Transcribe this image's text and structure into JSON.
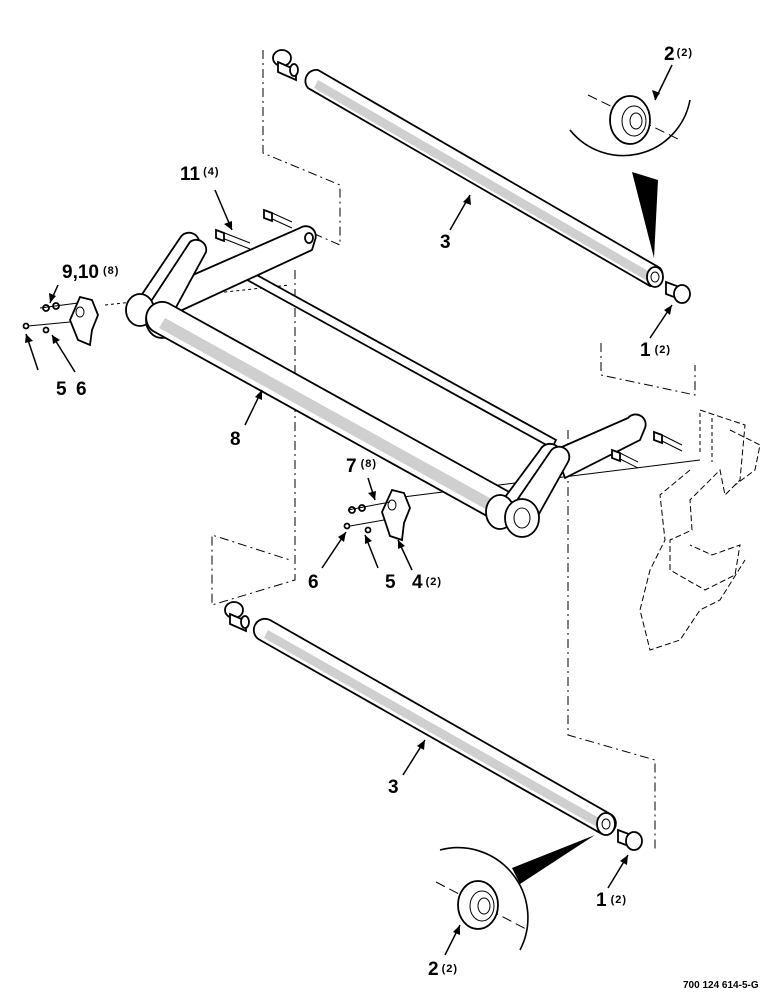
{
  "labels": {
    "l1_top": {
      "num": "1",
      "qty": "(2)"
    },
    "l1_bot": {
      "num": "1",
      "qty": "(2)"
    },
    "l2_top": {
      "num": "2",
      "qty": "(2)"
    },
    "l2_bot": {
      "num": "2",
      "qty": "(2)"
    },
    "l3_top": {
      "num": "3"
    },
    "l3_bot": {
      "num": "3"
    },
    "l4": {
      "num": "4",
      "qty": "(2)"
    },
    "l5_left": {
      "num": "5"
    },
    "l5_mid": {
      "num": "5"
    },
    "l6_left": {
      "num": "6"
    },
    "l6_mid": {
      "num": "6"
    },
    "l7": {
      "num": "7",
      "qty": "(8)"
    },
    "l8": {
      "num": "8"
    },
    "l910": {
      "num": "9,10",
      "qty": "(8)"
    },
    "l11": {
      "num": "11",
      "qty": "(4)"
    }
  },
  "drawing_code": "700 124 614-5-G"
}
